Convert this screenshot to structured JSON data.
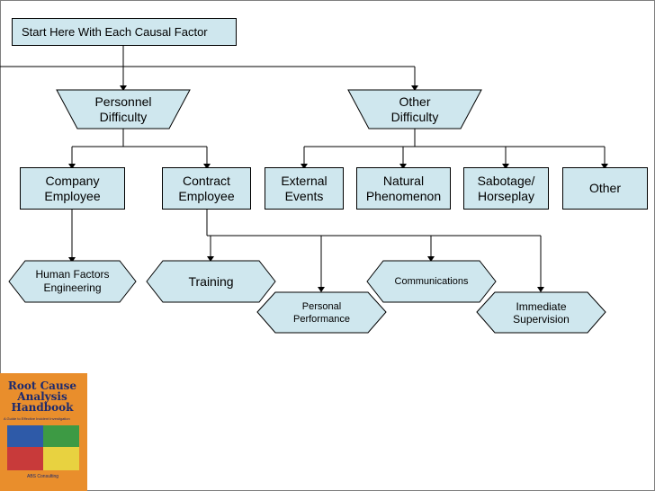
{
  "diagram": {
    "start": "Start Here With Each Causal Factor",
    "personnel": "Personnel\nDifficulty",
    "other_difficulty": "Other\nDifficulty",
    "company_employee": "Company\nEmployee",
    "contract_employee": "Contract\nEmployee",
    "external_events": "External\nEvents",
    "natural_phenomenon": "Natural\nPhenomenon",
    "sabotage": "Sabotage/\nHorseplay",
    "other": "Other",
    "human_factors": "Human Factors\nEngineering",
    "training": "Training",
    "personal_performance": "Personal\nPerformance",
    "communications": "Communications",
    "immediate_supervision": "Immediate\nSupervision"
  },
  "book": {
    "title": "Root Cause\nAnalysis\nHandbook",
    "subtitle": "A Guide to Effective Incident Investigation",
    "publisher": "ABS Consulting"
  },
  "colors": {
    "fill": "#cfe7ee",
    "line": "#000000",
    "book_cover": "#e98e2c"
  }
}
